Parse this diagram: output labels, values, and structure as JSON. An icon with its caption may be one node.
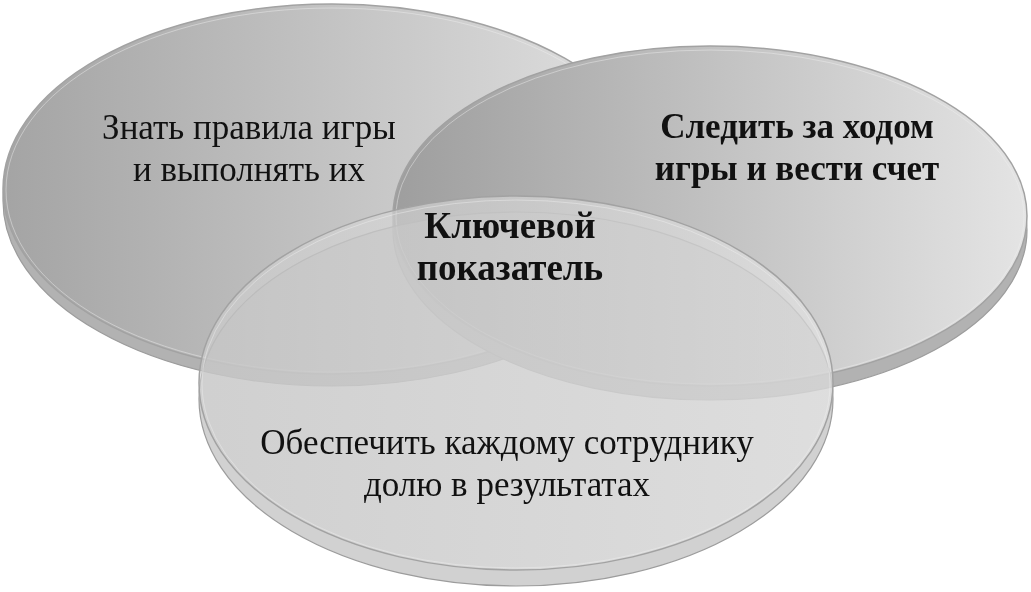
{
  "diagram": {
    "nodes": [
      {
        "text": [
          "Знать правила игры и выполнять их"
        ]
      },
      {
        "text": [
          "Следить за ходом игры и вести счет"
        ]
      },
      {
        "text": [
          "Обеспечить каждому сотруднику долю в результатах"
        ]
      }
    ],
    "labels": [
      "Ключевой показатель"
    ]
  }
}
